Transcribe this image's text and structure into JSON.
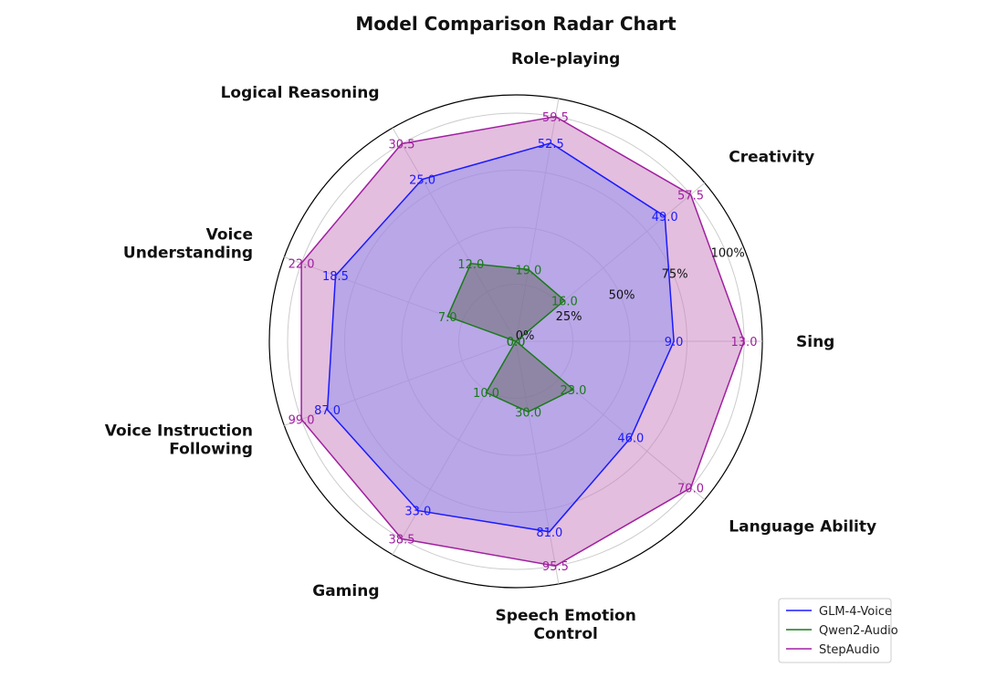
{
  "chart_data": {
    "type": "radar",
    "title": "Model Comparison Radar Chart",
    "axes": [
      {
        "name": "Sing",
        "lines": [
          "Sing"
        ],
        "max": 13.0
      },
      {
        "name": "Creativity",
        "lines": [
          "Creativity"
        ],
        "max": 57.5
      },
      {
        "name": "Role-playing",
        "lines": [
          "Role-playing"
        ],
        "max": 59.5
      },
      {
        "name": "Logical Reasoning",
        "lines": [
          "Logical Reasoning"
        ],
        "max": 30.5
      },
      {
        "name": "Voice Understanding",
        "lines": [
          "Voice",
          "Understanding"
        ],
        "max": 22.0
      },
      {
        "name": "Voice Instruction Following",
        "lines": [
          "Voice Instruction",
          "Following"
        ],
        "max": 99.0
      },
      {
        "name": "Gaming",
        "lines": [
          "Gaming"
        ],
        "max": 38.5
      },
      {
        "name": "Speech Emotion Control",
        "lines": [
          "Speech Emotion",
          "Control"
        ],
        "max": 95.5
      },
      {
        "name": "Language Ability",
        "lines": [
          "Language Ability"
        ],
        "max": 70.0
      }
    ],
    "radial_ticks": [
      {
        "value": 0,
        "label": "0%"
      },
      {
        "value": 25,
        "label": "25%"
      },
      {
        "value": 50,
        "label": "50%"
      },
      {
        "value": 75,
        "label": "75%"
      },
      {
        "value": 100,
        "label": "100%"
      }
    ],
    "series": [
      {
        "name": "StepAudio",
        "color": "#a020a0",
        "fill": "#c77dbd",
        "values": [
          13.0,
          57.5,
          59.5,
          30.5,
          22.0,
          99.0,
          38.5,
          95.5,
          70.0
        ],
        "labels": [
          "13.0",
          "57.5",
          "59.5",
          "30.5",
          "22.0",
          "99.0",
          "38.5",
          "95.5",
          "70.0"
        ]
      },
      {
        "name": "GLM-4-Voice",
        "color": "#1a1aff",
        "fill": "#8f8ff0",
        "values": [
          9.0,
          49.0,
          52.5,
          25.0,
          18.5,
          87.0,
          33.0,
          81.0,
          46.0
        ],
        "labels": [
          "9.0",
          "49.0",
          "52.5",
          "25.0",
          "18.5",
          "87.0",
          "33.0",
          "81.0",
          "46.0"
        ]
      },
      {
        "name": "Qwen2-Audio",
        "color": "#1a7a1a",
        "fill": "#666666",
        "values": [
          0.01,
          16.0,
          19.0,
          12.0,
          7.0,
          0.01,
          10.0,
          30.0,
          23.0
        ],
        "labels": [
          "0.0",
          "16.0",
          "19.0",
          "12.0",
          "7.0",
          "0.0",
          "10.0",
          "30.0",
          "23.0"
        ]
      }
    ],
    "legend": {
      "placement": "bottom-right",
      "entries": [
        {
          "name": "GLM-4-Voice",
          "color": "#1a1aff"
        },
        {
          "name": "Qwen2-Audio",
          "color": "#1a7a1a"
        },
        {
          "name": "StepAudio",
          "color": "#a020a0"
        }
      ]
    },
    "grid": true
  }
}
